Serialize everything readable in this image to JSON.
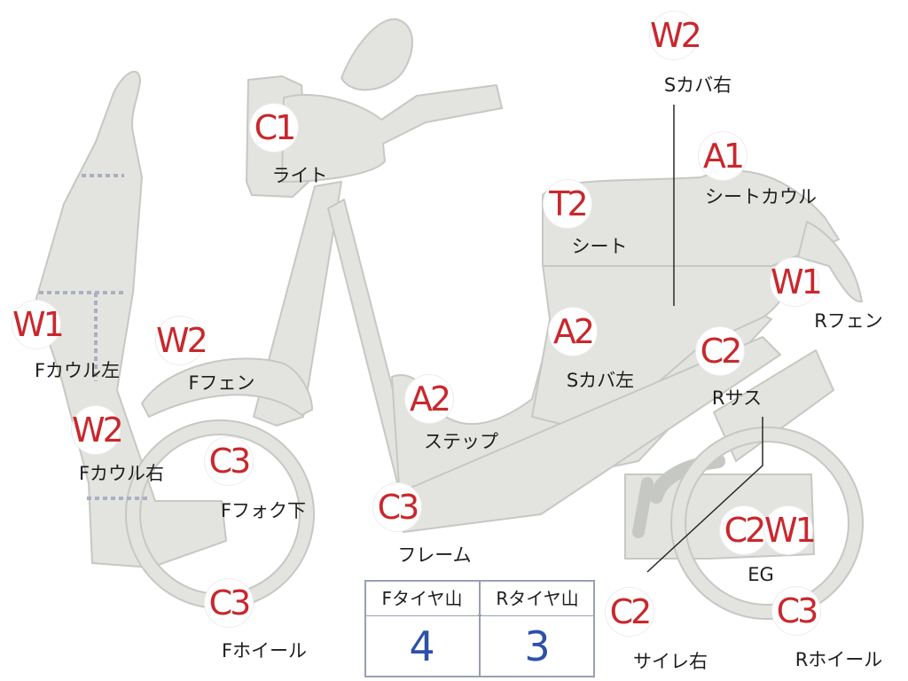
{
  "labels": {
    "light": {
      "code": "C1",
      "name": "ライト"
    },
    "s_cover_right": {
      "code": "W2",
      "name": "Sカバ右"
    },
    "seat_cowl": {
      "code": "A1",
      "name": "シートカウル"
    },
    "seat": {
      "code": "T2",
      "name": "シート"
    },
    "r_fender": {
      "code": "W1",
      "name": "Rフェン"
    },
    "s_cover_left": {
      "code": "A2",
      "name": "Sカバ左"
    },
    "r_suspension": {
      "code": "C2",
      "name": "Rサス"
    },
    "f_cowl_left": {
      "code": "W1",
      "name": "Fカウル左"
    },
    "f_fender": {
      "code": "W2",
      "name": "Fフェン"
    },
    "step": {
      "code": "A2",
      "name": "ステップ"
    },
    "f_cowl_right": {
      "code": "W2",
      "name": "Fカウル右"
    },
    "f_fork_lower": {
      "code": "C3",
      "name": "Fフォク下"
    },
    "frame": {
      "code": "C3",
      "name": "フレーム"
    },
    "engine": {
      "codes": [
        "C2",
        "W1"
      ],
      "name": "EG"
    },
    "f_wheel": {
      "code": "C3",
      "name": "Fホイール"
    },
    "muffler_right": {
      "code": "C2",
      "name": "サイレ右"
    },
    "r_wheel": {
      "code": "C3",
      "name": "Rホイール"
    }
  },
  "tread_table": {
    "headers": [
      "Fタイヤ山",
      "Rタイヤ山"
    ],
    "values": [
      "4",
      "3"
    ]
  },
  "colors": {
    "part_fill": "#e3e4e0",
    "part_stroke": "#c6c8c4",
    "code_red": "#c8282d",
    "value_blue": "#2d51a8",
    "table_border": "#9aa0b0"
  }
}
